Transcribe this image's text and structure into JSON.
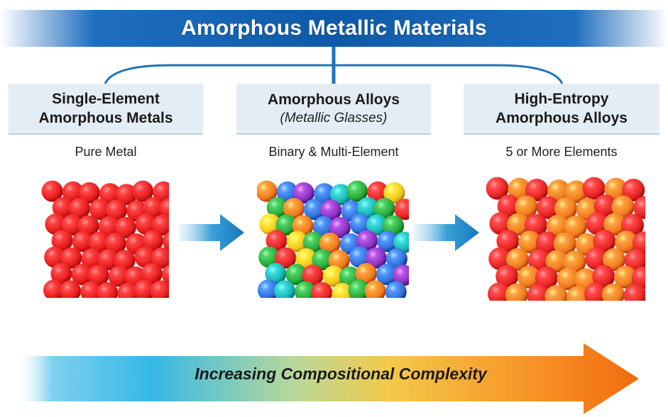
{
  "title": "Amorphous Metallic Materials",
  "categories": [
    {
      "title_line1": "Single-Element",
      "title_line2": "Amorphous Metals",
      "subtitle": "",
      "description": "Pure Metal",
      "cluster": "single"
    },
    {
      "title_line1": "Amorphous Alloys",
      "title_line2": "",
      "subtitle": "(Metallic Glasses)",
      "description": "Binary & Multi-Element",
      "cluster": "binary"
    },
    {
      "title_line1": "High-Entropy",
      "title_line2": "Amorphous Alloys",
      "subtitle": "",
      "description": "5 or More Elements",
      "cluster": "hea"
    }
  ],
  "bottom_label": "Increasing Compositional Complexity",
  "colors": {
    "title_bar": "#0f5aa8",
    "arrow_blue": "#1f87c7",
    "gradient_start": "#35b8e6",
    "gradient_end": "#f26b0f",
    "red": "#e31b1b",
    "palette": [
      "#e52222",
      "#2d6fd6",
      "#27a83a",
      "#f2c418",
      "#ef7a1a",
      "#8a2fc0",
      "#16b3b3",
      "#9a9a9a"
    ]
  },
  "icons": [
    "right-arrow-icon",
    "atom-cluster-icon"
  ]
}
